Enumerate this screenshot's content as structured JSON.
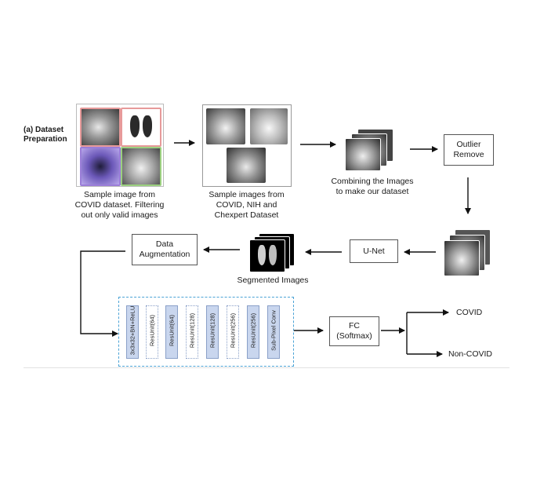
{
  "section_label": "(a) Dataset\nPreparation",
  "captions": {
    "covid_sample": "Sample image from\nCOVID dataset. Filtering\nout only valid images",
    "combined_sample": "Sample images from\nCOVID, NIH and\nChexpert Dataset",
    "combining": "Combining the Images\nto make our dataset",
    "segmented": "Segmented Images"
  },
  "boxes": {
    "outlier": "Outlier\nRemove",
    "unet": "U-Net",
    "augmentation": "Data\nAugmentation",
    "fc": "FC\n(Softmax)"
  },
  "network_layers": [
    "3x3x32+BN+ReLU",
    "ResUnit(64)",
    "ResUnit(64)",
    "ResUnit(128)",
    "ResUnit(128)",
    "ResUnit(256)",
    "ResUnit(256)",
    "Sub-Pixel Conv"
  ],
  "outputs": {
    "covid": "COVID",
    "non_covid": "Non-COVID"
  },
  "colors": {
    "arrow": "#111111",
    "layer_fill": "#c9d6ee",
    "network_border": "#4ba3d6",
    "covid_frame_pink": "#e79a9a",
    "covid_frame_green": "#9bd07f",
    "covid_frame_purple": "#9b7ed8"
  }
}
